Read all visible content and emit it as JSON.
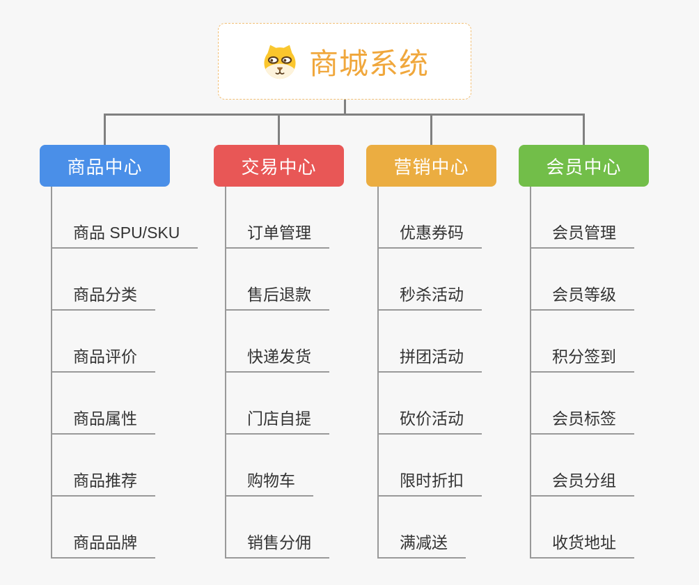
{
  "canvas": {
    "background": "#f7f7f7",
    "connector_color": "#808080",
    "leaf_line_color": "#999999",
    "leaf_text_color": "#333333"
  },
  "root": {
    "title": "商城系统",
    "icon": "dog-face-icon",
    "title_color": "#f0a73c",
    "border_color": "#f2bf74",
    "background": "#ffffff"
  },
  "branches": [
    {
      "label": "商品中心",
      "color": "#4a8fe8",
      "children": [
        "商品 SPU/SKU",
        "商品分类",
        "商品评价",
        "商品属性",
        "商品推荐",
        "商品品牌"
      ]
    },
    {
      "label": "交易中心",
      "color": "#e85756",
      "children": [
        "订单管理",
        "售后退款",
        "快递发货",
        "门店自提",
        "购物车",
        "销售分佣"
      ]
    },
    {
      "label": "营销中心",
      "color": "#ebad41",
      "children": [
        "优惠券码",
        "秒杀活动",
        "拼团活动",
        "砍价活动",
        "限时折扣",
        "满减送"
      ]
    },
    {
      "label": "会员中心",
      "color": "#72be49",
      "children": [
        "会员管理",
        "会员等级",
        "积分签到",
        "会员标签",
        "会员分组",
        "收货地址"
      ]
    }
  ]
}
